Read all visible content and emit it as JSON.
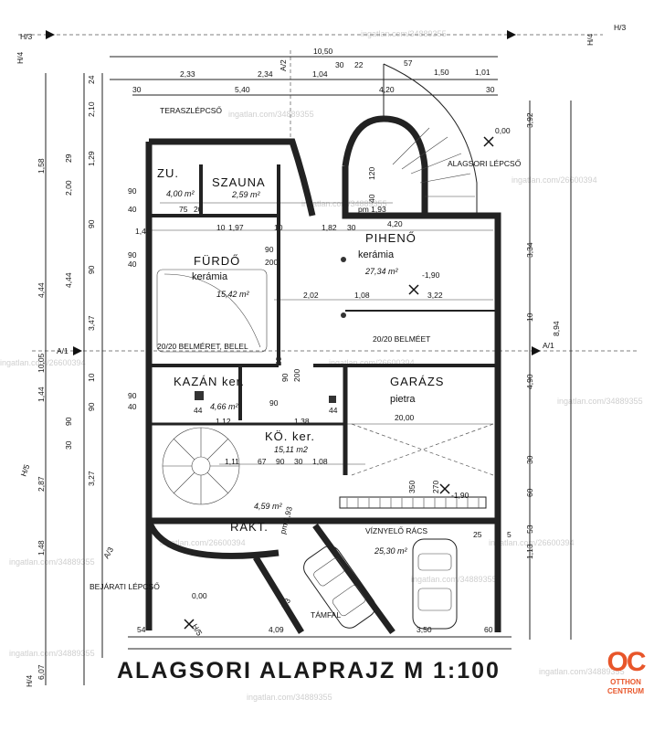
{
  "title": "ALAGSORI ALAPRAJZ M 1:100",
  "rooms": {
    "zu": "ZU.",
    "zu_area": "4,00 m²",
    "szauna": "SZAUNA",
    "szauna_area": "2,59 m²",
    "fürdo": "FÜRDŐ",
    "fürdo_mat": "kerámia",
    "fürdo_area": "15,42 m²",
    "piheno": "PIHENŐ",
    "piheno_mat": "kerámia",
    "piheno_area": "27,34 m²",
    "piheno_level": "-1,90",
    "garazs": "GARÁZS",
    "garazs_mat": "pietra",
    "kazan": "KAZÁN ker.",
    "kazan_area": "4,66 m²",
    "ko": "KÖ. ker.",
    "ko_area": "15,11 m2",
    "stair_area": "4,59 m²",
    "rakt": "RAKT.",
    "outside_area": "25,30 m²"
  },
  "labels": {
    "terasz": "TERASZLÉPCSŐ",
    "alagsori": "ALAGSORI LÉPCSŐ",
    "bejarati": "BEJÁRATI LÉPCSŐ",
    "viznyelo": "VÍZNYELŐ RÁCS",
    "tamfal": "TÁMFAL",
    "belmeret1": "20/20 BELMÉRET, BELEL",
    "belmeret2": "20/20 BELMÉET",
    "level_top": "0,00",
    "level_bottom": "0,00",
    "level_outside": "-1,90",
    "pm1": "pm 1,93",
    "pm2": "pm 1,93"
  },
  "axes": {
    "h3_left": "H/3",
    "h3_right": "H/3",
    "h4_left": "H/4",
    "h4_bottom": "H/4",
    "h5_left": "H/5",
    "h5_bottom": "H/5",
    "a1_left": "A/1",
    "a1_right": "A/1",
    "a2": "A/2",
    "a3_left": "A/3",
    "a3_bottom": "A/3"
  },
  "dims": {
    "top": [
      "10,50",
      "2,33",
      "2,34",
      "1,04",
      "30",
      "22",
      "57",
      "1,50",
      "1,01",
      "5,40",
      "30",
      "4,20",
      "30"
    ],
    "left_outer": [
      "24",
      "2,10",
      "1,58",
      "4,44",
      "3,47",
      "10,05",
      "1,44",
      "2,87",
      "1,48",
      "6,07"
    ],
    "left_inner": [
      "29",
      "2,00",
      "1,29",
      "90",
      "4,44",
      "90",
      "10",
      "90",
      "3,27",
      "90",
      "30"
    ],
    "right": [
      "3,92",
      "3,34",
      "10",
      "8,94",
      "4,90",
      "30",
      "60",
      "53",
      "1,13",
      "5"
    ],
    "inner": [
      "90",
      "40",
      "75",
      "20",
      "10",
      "1,97",
      "10",
      "1,82",
      "30",
      "4,20",
      "1,42",
      "90",
      "40",
      "90",
      "200",
      "2,02",
      "1,08",
      "3,22",
      "90",
      "40",
      "44",
      "1,12",
      "90",
      "1,38",
      "44",
      "20,00",
      "1,11",
      "67",
      "90",
      "30",
      "1,08",
      "350",
      "270",
      "120",
      "40",
      "90",
      "200",
      "20"
    ],
    "bottom": [
      "54",
      "4,09",
      "3,50",
      "60",
      "25"
    ]
  },
  "watermarks": [
    "ingatlan.com/34889355",
    "ingatlan.com/26600394"
  ],
  "logo": {
    "mark": "OC",
    "line1": "OTTHON",
    "line2": "CENTRUM",
    "color": "#e8562a"
  }
}
